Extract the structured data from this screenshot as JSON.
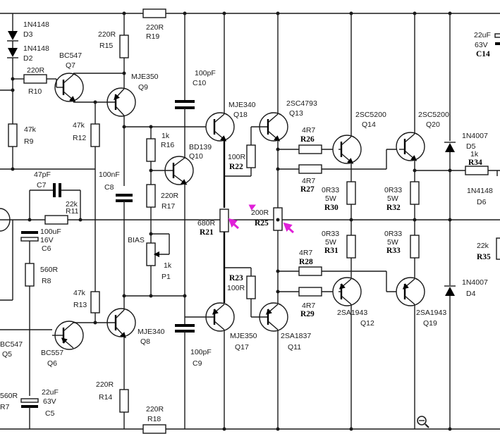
{
  "colors": {
    "ink": "#1a1a1a",
    "annotation": "#e020d8",
    "background": "#ffffff"
  },
  "labels": {
    "d3_type": "1N4148",
    "d3": "D3",
    "d2_type": "1N4148",
    "d2": "D2",
    "r10_val": "220R",
    "r10": "R10",
    "q7_type": "BC547",
    "q7": "Q7",
    "r15_val": "220R",
    "r15": "R15",
    "r19_val": "220R",
    "r19": "R19",
    "q9_type": "MJE350",
    "q9": "Q9",
    "c10_val": "100pF",
    "c10": "C10",
    "r9_val": "47k",
    "r9": "R9",
    "r12_val": "47k",
    "r12": "R12",
    "r16_val": "1k",
    "r16": "R16",
    "q10_type": "BD139",
    "q10": "Q10",
    "c7_val": "47pF",
    "c7": "C7",
    "c8_val": "100nF",
    "c8": "C8",
    "r11_val": "22k",
    "r11": "R11",
    "r17_val": "220R",
    "r17": "R17",
    "c6_val": "100uF",
    "c6_v": "16V",
    "c6": "C6",
    "bias": "BIAS",
    "p1_val": "1k",
    "p1": "P1",
    "r8_val": "560R",
    "r8": "R8",
    "r13_val": "47k",
    "r13": "R13",
    "q8_type": "MJE340",
    "q8": "Q8",
    "q5_type": "BC547",
    "q5": "Q5",
    "q6_type": "BC557",
    "q6": "Q6",
    "r7_val": "560R",
    "r7": "R7",
    "c5_val": "22uF",
    "c5_v": "63V",
    "c5": "C5",
    "r14_val": "220R",
    "r14": "R14",
    "r18_val": "220R",
    "r18": "R18",
    "c9_val": "100pF",
    "c9": "C9",
    "q18_type": "MJE340",
    "q18": "Q18",
    "r22_val": "100R",
    "r22": "R22",
    "r21_val": "680R",
    "r21": "R21",
    "r23": "R23",
    "r23_val": "100R",
    "q17_type": "MJE350",
    "q17": "Q17",
    "q13_type": "2SC4793",
    "q13": "Q13",
    "r25_val": "200R",
    "r25": "R25",
    "q11_type": "2SA1837",
    "q11": "Q11",
    "r26_val": "4R7",
    "r26": "R26",
    "r27_val": "4R7",
    "r27": "R27",
    "r28_val": "4R7",
    "r28": "R28",
    "r29_val": "4R7",
    "r29": "R29",
    "q14_type": "2SC5200",
    "q14": "Q14",
    "q12_type": "2SA1943",
    "q12": "Q12",
    "r30_val": "0R33",
    "r30_w": "5W",
    "r30": "R30",
    "r31_val": "0R33",
    "r31_w": "5W",
    "r31": "R31",
    "q20_type": "2SC5200",
    "q20": "Q20",
    "q19_type": "2SA1943",
    "q19": "Q19",
    "r32_val": "0R33",
    "r32_w": "5W",
    "r32": "R32",
    "r33_val": "0R33",
    "r33_w": "5W",
    "r33": "R33",
    "c14_val": "22uF",
    "c14_v": "63V",
    "c14": "C14",
    "d5_type": "1N4007",
    "d5": "D5",
    "r34_val": "1k",
    "r34": "R34",
    "d6_type": "1N4148",
    "d6": "D6",
    "r35_val": "22k",
    "r35": "R35",
    "d4_type": "1N4007",
    "d4": "D4"
  },
  "icons": {
    "zoom": "magnifier-icon"
  }
}
